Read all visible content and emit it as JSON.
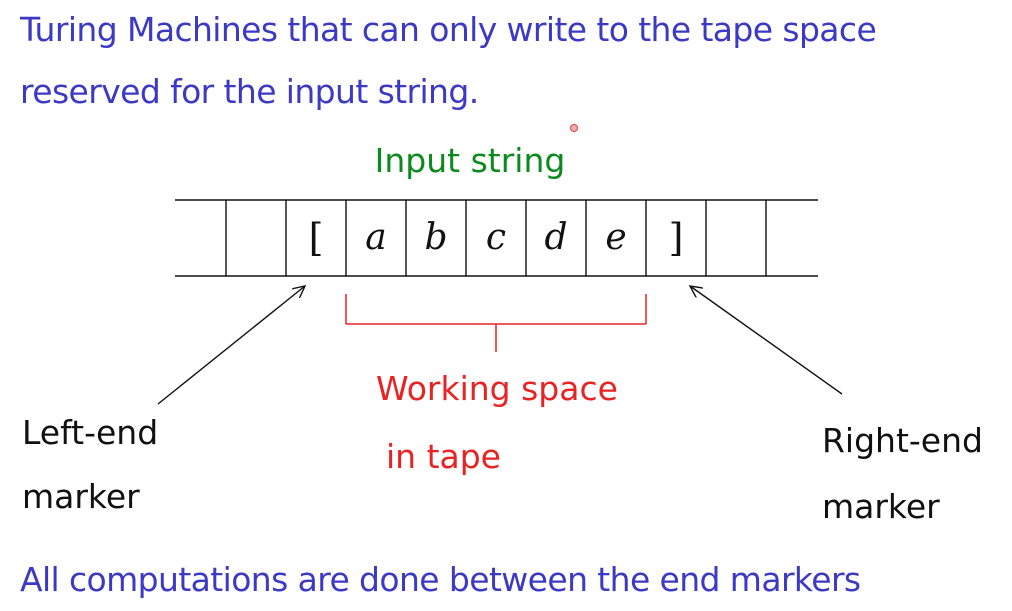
{
  "heading": {
    "line1": "Turing Machines that can only write to the tape space",
    "line2": "reserved for the input string."
  },
  "labels": {
    "input_string": "Input string",
    "working_space_line1": "Working space",
    "working_space_line2": "in tape",
    "left_marker_line1": "Left-end",
    "left_marker_line2": "marker",
    "right_marker_line1": "Right-end",
    "right_marker_line2": "marker"
  },
  "tape": {
    "left_bracket": "[",
    "right_bracket": "]",
    "symbols": [
      "a",
      "b",
      "c",
      "d",
      "e"
    ]
  },
  "footer": {
    "text": "All computations are done between the end markers"
  },
  "colors": {
    "heading": "#3c39c4",
    "input_label": "#0d8a1f",
    "working_space": "#e82323",
    "tape_lines": "#111111"
  }
}
